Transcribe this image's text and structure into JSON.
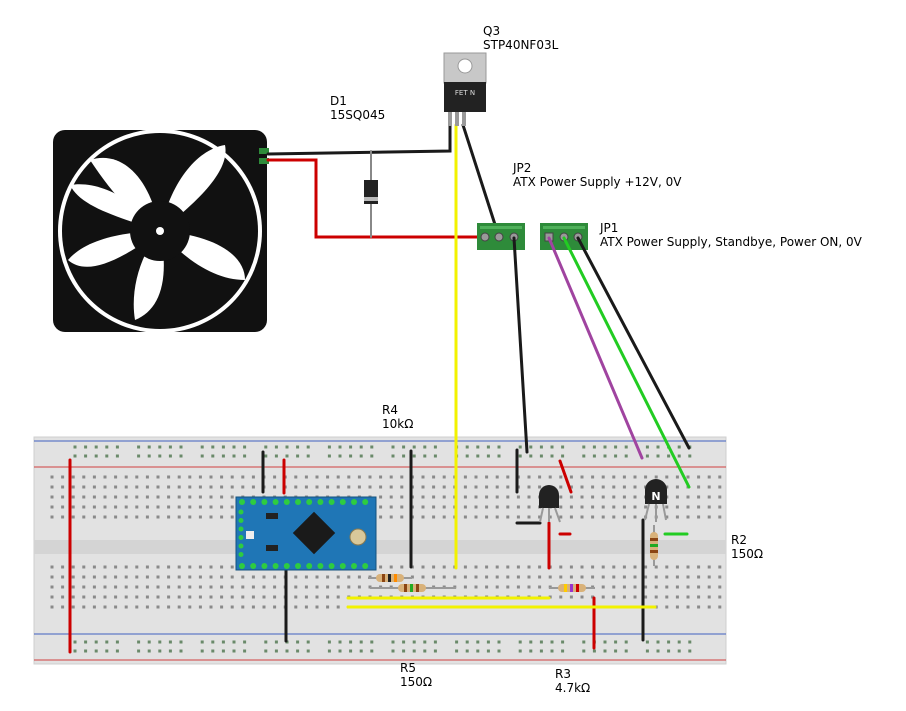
{
  "components": {
    "q3": {
      "ref": "Q3",
      "part": "STP40NF03L",
      "chip_text": "FET N"
    },
    "d1": {
      "ref": "D1",
      "part": "15SQ045"
    },
    "jp2": {
      "ref": "JP2",
      "desc": "ATX Power Supply +12V, 0V"
    },
    "jp1": {
      "ref": "JP1",
      "desc": "ATX Power Supply, Standbye, Power ON, 0V"
    },
    "r4": {
      "ref": "R4",
      "value": "10kΩ"
    },
    "r2": {
      "ref": "R2",
      "value": "150Ω"
    },
    "r5": {
      "ref": "R5",
      "value": "150Ω"
    },
    "r3": {
      "ref": "R3",
      "value": "4.7kΩ"
    },
    "transistor_small": {
      "text": "N"
    }
  },
  "colors": {
    "wire_black": "#1a1a1a",
    "wire_red": "#cc0000",
    "wire_yellow": "#f2f200",
    "wire_green": "#22cc22",
    "wire_purple": "#a044a0",
    "header_green": "#2e8b3a",
    "arduino_blue": "#1f76b6",
    "breadboard": "#e6e6e6",
    "rail_red": "#d04040",
    "rail_blue": "#4060c0"
  }
}
